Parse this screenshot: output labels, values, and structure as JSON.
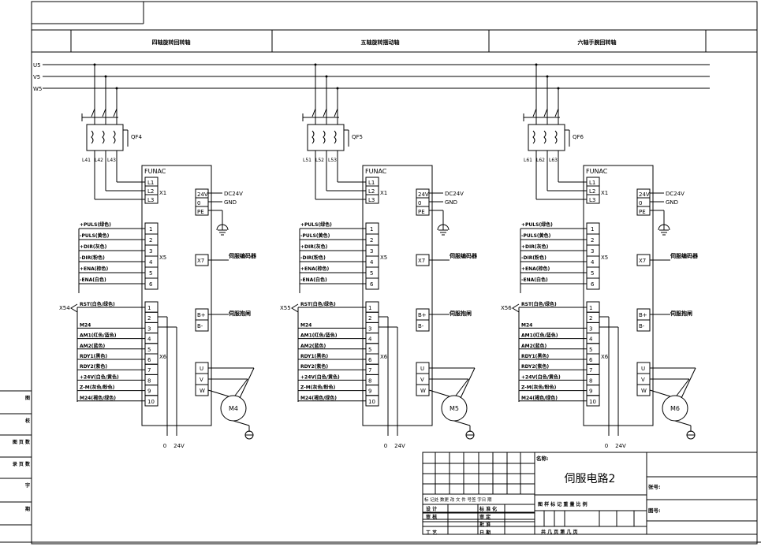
{
  "header": {
    "sections": [
      "四轴旋转回转轴",
      "五轴旋转摆动轴",
      "六轴手腕回转轴"
    ]
  },
  "bus_labels": [
    "U5",
    "V5",
    "W5"
  ],
  "drives": [
    {
      "breaker": "QF4",
      "line_labels": [
        "L41",
        "L42",
        "L43"
      ],
      "x54_label": "X54",
      "motor": "M4"
    },
    {
      "breaker": "QF5",
      "line_labels": [
        "L51",
        "L52",
        "L53"
      ],
      "x54_label": "X55",
      "motor": "M5"
    },
    {
      "breaker": "QF6",
      "line_labels": [
        "L61",
        "L62",
        "L63"
      ],
      "x54_label": "X56",
      "motor": "M6"
    }
  ],
  "drive_common": {
    "brand": "FUNAC",
    "power_terms": [
      "L1",
      "L2",
      "L3"
    ],
    "x1": "X1",
    "supply_terms": [
      "24V",
      "0",
      "PE"
    ],
    "supply_labels": [
      "DC24V",
      "GND"
    ],
    "x5": "X5",
    "x5_pins": [
      "1",
      "2",
      "3",
      "4",
      "5",
      "6"
    ],
    "x5_signals": [
      "+PULS(绿色)",
      "-PULS(黄色)",
      "+DIR(灰色)",
      "-DIR(粉色)",
      "+ENA(棕色)",
      "-ENA(白色)"
    ],
    "x7": "X7",
    "encoder_label": "伺服编码器",
    "brake_terms": [
      "B+",
      "B-"
    ],
    "brake_label": "伺服抱闸",
    "x6": "X6",
    "x6_pins": [
      "1",
      "2",
      "3",
      "4",
      "5",
      "6",
      "7",
      "8",
      "9",
      "10"
    ],
    "x6_signals": [
      "RST(白色/绿色)",
      "M24",
      "AM1(红色/蓝色)",
      "AM2(蓝色)",
      "RDY1(黑色)",
      "RDY2(紫色)",
      "+24V(白色/黄色)",
      "Z-M(灰色/粉色)",
      "M24(褐色/绿色)"
    ],
    "uvw": [
      "U",
      "V",
      "W"
    ],
    "bottom_labels": [
      "0",
      "24V"
    ]
  },
  "left_strip": [
    "图",
    "校",
    "图 页 数",
    "录 页 数",
    "字",
    "期"
  ],
  "title_block": {
    "name_label": "名称:",
    "drawing_title": "伺服电路2",
    "drawing_no_label": "张号:",
    "sheet_no_label": "图号:",
    "rev_header": "标 记处 数更 改 文 件 号签    字日  期",
    "rows": [
      [
        "设 计",
        "",
        "标 准 化",
        ""
      ],
      [
        "审 核",
        "",
        "审  定",
        ""
      ],
      [
        "",
        "",
        "批  准",
        ""
      ],
      [
        "工 艺",
        "",
        "日  期",
        ""
      ]
    ],
    "mid_header": "图  样  标  记     重   量  比  例",
    "footer": "共   几   页      第   几   页"
  }
}
